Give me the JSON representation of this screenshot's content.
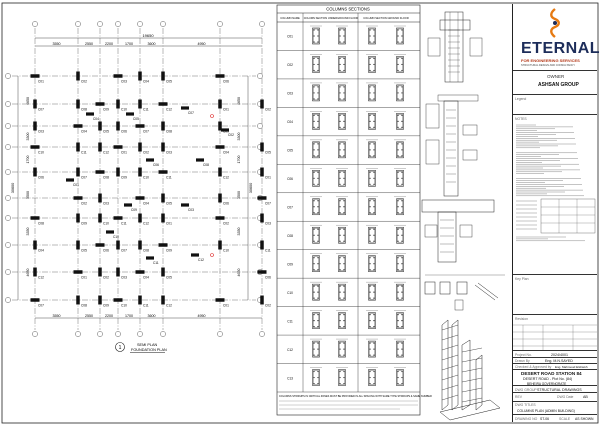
{
  "plan": {
    "dim_top_total": "19650",
    "dim_top_spans": [
      "3550",
      "2550",
      "2200",
      "1700",
      "3600",
      "4950"
    ],
    "dim_bottom_spans": [
      "3550",
      "2550",
      "2200",
      "1700",
      "3600",
      "4950"
    ],
    "dim_left": [
      "4650",
      "3300",
      "1700",
      "3500",
      "3350",
      "4650"
    ],
    "dim_right": [
      "4650",
      "3300",
      "1700",
      "3500",
      "3350",
      "4650"
    ],
    "dim_left_total": "30600",
    "dim_right_total": "30600",
    "column_tags": [
      "C01",
      "C02",
      "C03",
      "C04",
      "C05",
      "C06",
      "C07",
      "C08",
      "C09",
      "C10",
      "C11",
      "C12"
    ],
    "caption_number": "1",
    "caption_title": "SEMI PLAN",
    "caption_sub": "FOUNDATION PLAN"
  },
  "schedule": {
    "title": "COLUMNS SECTIONS",
    "headers": [
      "COLUMN NAME",
      "COLUMN SECTION UNDERGROUND FLOOR",
      "COLUMN SECTION GROUND FLOOR"
    ],
    "rows": [
      "C01",
      "C02",
      "C03",
      "C04",
      "C05",
      "C06",
      "C07",
      "C08",
      "C09",
      "C10",
      "C11",
      "C12",
      "C13"
    ],
    "note": "COLUMNS STIRRUPS IN CRITICAL ZONES MUST BE PROVIDED IN ALL SPACING WITH SAME TYPE STIRRUPS & SAME NUMBER"
  },
  "titleblock": {
    "company": "ETERNAL",
    "company_sub": "FOR ENGINEERING SERVICES",
    "company_tagline": "STRUCTURAL DESIGN AND CONSULTANCY",
    "owner_label": "OWNER",
    "owner": "ASHSAN GROUP",
    "legend_label": "Legend",
    "notes_label": "NOTES",
    "keyplan_label": "Key Plan",
    "revision_label": "Revision",
    "fields": {
      "project_no_label": "Project No.",
      "project_no": "2024/4001",
      "drawn_by_label": "Drawn By",
      "drawn_by": "Eng. M.N.SAYED",
      "checked_label": "Checked & Approved by",
      "checked": "Eng. Mahmoud Elshiekh",
      "project_name": "DESERT ROAD STATION 84",
      "project_loc1": "DESERT ROAD - Plot No. (84)",
      "project_loc2": "BEHEIRA GOVERNORATE",
      "dwg_group_label": "DWG GROUP",
      "dwg_group": "STRUCTURAL DRAWINGS",
      "rev_label": "REV",
      "dwg_date_label": "DWG Date",
      "dwg_date": "AB",
      "title_label": "DWG TITLES",
      "title": "COLUMNS PLAN (ADMIN BUILDING)",
      "drawing_no_label": "DRAWING NO",
      "drawing_no": "ST-06",
      "scale_label": "SCALE",
      "scale": "AS SHOWN"
    }
  }
}
